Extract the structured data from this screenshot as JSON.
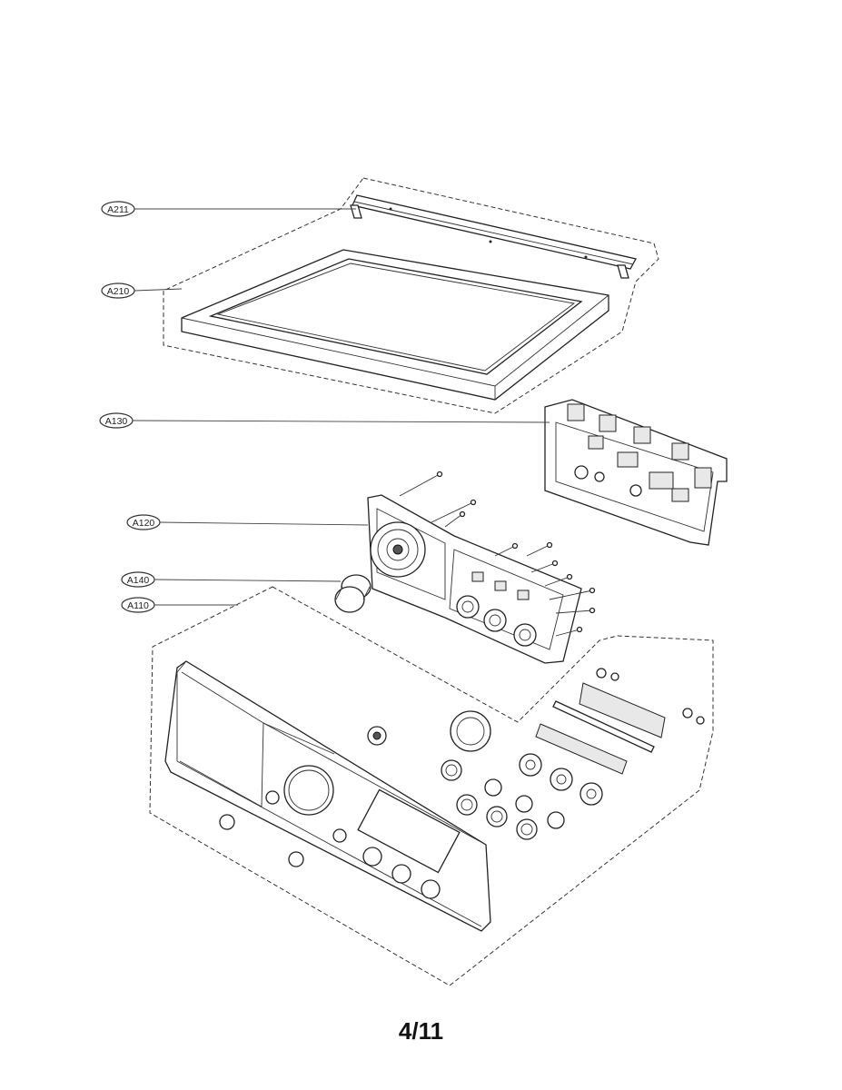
{
  "diagram": {
    "callouts": [
      {
        "id": "A211",
        "label": "A211"
      },
      {
        "id": "A210",
        "label": "A210"
      },
      {
        "id": "A130",
        "label": "A130"
      },
      {
        "id": "A120",
        "label": "A120"
      },
      {
        "id": "A140",
        "label": "A140"
      },
      {
        "id": "A110",
        "label": "A110"
      }
    ]
  },
  "page_number": "4/11"
}
